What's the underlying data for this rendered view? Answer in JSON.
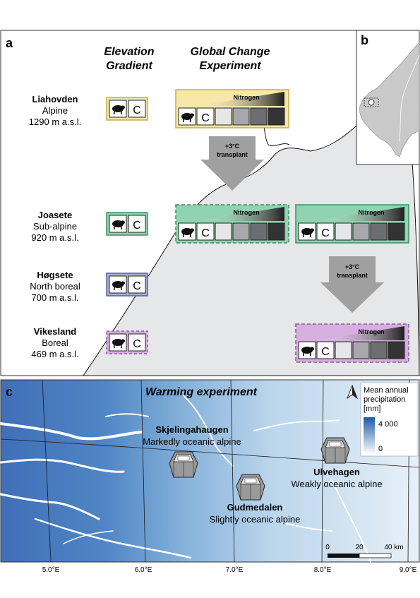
{
  "panel_a": {
    "letter": "a",
    "col_elevation": [
      "Elevation",
      "Gradient"
    ],
    "col_global": [
      "Global Change",
      "Experiment"
    ],
    "sites": [
      {
        "name": "Liahovden",
        "zone": "Alpine",
        "elev": "1290 m a.s.l.",
        "color": "#f7e7a8",
        "border": "#c8a84a"
      },
      {
        "name": "Joasete",
        "zone": "Sub-alpine",
        "elev": "920 m a.s.l.",
        "color": "#8fd4b0",
        "border": "#3c8f66"
      },
      {
        "name": "Høgsete",
        "zone": "North boreal",
        "elev": "700 m a.s.l.",
        "color": "#a9acd8",
        "border": "#5b5fa0"
      },
      {
        "name": "Vikesland",
        "zone": "Boreal",
        "elev": "469 m a.s.l.",
        "color": "#d6aee0",
        "border": "#8d5a9e"
      }
    ],
    "control_label": "C",
    "nitrogen_label": "Nitrogen",
    "transplant_label": [
      "+3°C",
      "transplant"
    ]
  },
  "panel_b": {
    "letter": "b"
  },
  "panel_c": {
    "letter": "c",
    "title": "Warming experiment",
    "legend_title": [
      "Mean annual",
      "precipitation",
      "[mm]"
    ],
    "legend_max": "4 000",
    "legend_min": "0",
    "sites": [
      {
        "name": "Skjelingahaugen",
        "desc": "Markedly oceanic alpine"
      },
      {
        "name": "Ulvehagen",
        "desc": "Weakly oceanic alpine"
      },
      {
        "name": "Gudmedalen",
        "desc": "Slightly oceanic alpine"
      }
    ],
    "scale_labels": [
      "0",
      "20",
      "40 km"
    ],
    "lon_ticks": [
      "5.0°E",
      "6.0°E",
      "7.0°E",
      "8.0°E",
      "9.0°E"
    ]
  }
}
